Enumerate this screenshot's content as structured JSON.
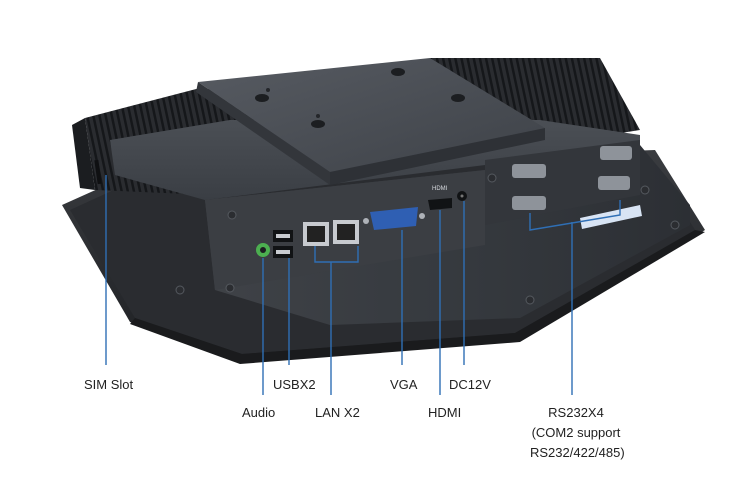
{
  "labels": {
    "sim_slot": "SIM Slot",
    "audio": "Audio",
    "usb": "USBX2",
    "lan": "LAN X2",
    "vga": "VGA",
    "hdmi": "HDMI",
    "dc": "DC12V",
    "rs232_line1": "RS232X4",
    "rs232_line2": "(COM2 support",
    "rs232_line3": "RS232/422/485)"
  },
  "port_markings": {
    "hdmi": "HDMI"
  },
  "colors": {
    "chassis": "#3a3d42",
    "panel_dark": "#2c2f33",
    "bezel": "#25272a",
    "vga_port": "#2f5fb3",
    "audio_jack": "#4caf50",
    "leader_line": "#2f6fb5",
    "text": "#222222",
    "label_sticker": "#d8e4f4"
  }
}
